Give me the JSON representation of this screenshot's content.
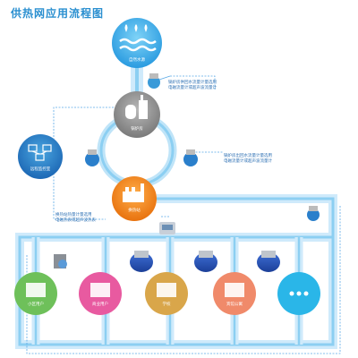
{
  "title": "供热网应用流程图",
  "nodes": {
    "natural_water": "自然水源",
    "boiler_room": "锅炉房",
    "remote_monitor": "远程监控室",
    "heat_station": "换热站",
    "consumers": [
      {
        "label": "小区用户",
        "color": "#6ec05a"
      },
      {
        "label": "商业用户",
        "color": "#e85aa0"
      },
      {
        "label": "学校",
        "color": "#d9a64a"
      },
      {
        "label": "宾馆公寓",
        "color": "#f08a6a"
      },
      {
        "label": "",
        "color": "#2ab6e8"
      }
    ]
  },
  "annotations": {
    "boiler_in": [
      "锅炉房供回水流量计量选用",
      "电磁流量计或超声波流量计"
    ],
    "boiler_out": [
      "锅炉房出回水流量计量选用",
      "电磁流量计或超声波流量计"
    ],
    "station_heat": [
      "换热站热量计量选用",
      "电磁热表或超声波热表"
    ]
  },
  "colors": {
    "pipe": "#7ec8f0",
    "pipe_dark": "#3a9ad8",
    "accent": "#2a8fd0"
  }
}
